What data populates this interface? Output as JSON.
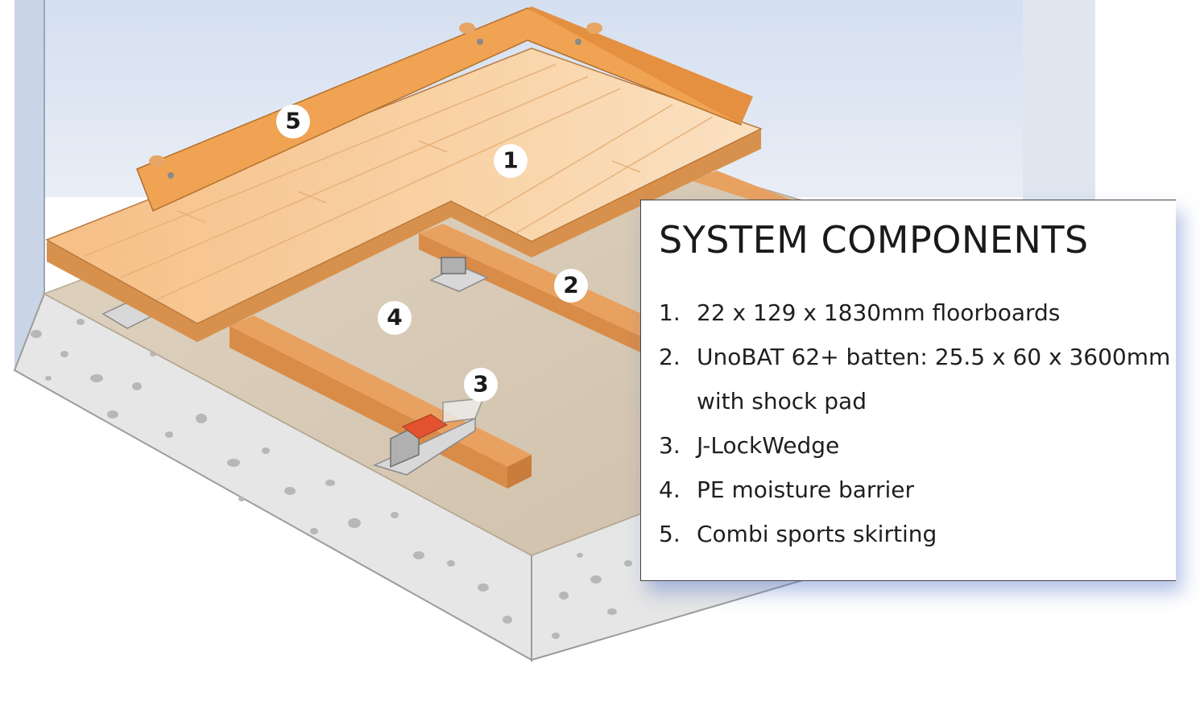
{
  "panel": {
    "title": "SYSTEM COMPONENTS",
    "items": [
      {
        "num": "1.",
        "lines": [
          "22 x 129 x 1830mm floorboards"
        ]
      },
      {
        "num": "2.",
        "lines": [
          "UnoBAT 62+ batten: 25.5 x 60 x 3600mm",
          "with shock pad"
        ]
      },
      {
        "num": "3.",
        "lines": [
          "J-LockWedge"
        ]
      },
      {
        "num": "4.",
        "lines": [
          "PE moisture barrier"
        ]
      },
      {
        "num": "5.",
        "lines": [
          "Combi sports skirting"
        ]
      }
    ]
  },
  "callouts": [
    "1",
    "2",
    "3",
    "4",
    "5"
  ],
  "colors": {
    "wall": "#dde6f2",
    "concrete": "#e4e4e4",
    "barrier": "#dccdb8",
    "floorboard": "#f6c792",
    "skirting": "#f2a657",
    "batten": "#e39a52",
    "wedge": "#e2522f",
    "panel_shadow": "#6e8fd8"
  },
  "icons": [
    "concrete-slab",
    "moisture-barrier",
    "batten",
    "floorboard-deck",
    "skirting",
    "j-lockwedge"
  ]
}
